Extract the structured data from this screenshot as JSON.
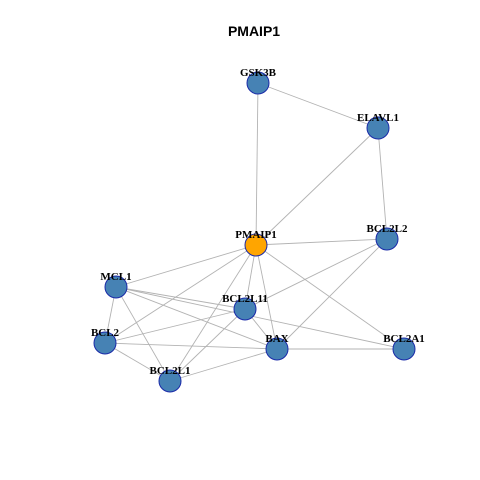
{
  "title": "PMAIP1",
  "colors": {
    "node_fill": "#4682B4",
    "focus_fill": "#FFA500",
    "node_stroke": "#1a2aa8",
    "edge": "#b3b3b3"
  },
  "focus_node": "PMAIP1",
  "nodes": [
    {
      "id": "GSK3B"
    },
    {
      "id": "ELAVL1"
    },
    {
      "id": "PMAIP1"
    },
    {
      "id": "BCL2L2"
    },
    {
      "id": "MCL1"
    },
    {
      "id": "BCL2L11"
    },
    {
      "id": "BCL2"
    },
    {
      "id": "BAX"
    },
    {
      "id": "BCL2A1"
    },
    {
      "id": "BCL2L1"
    }
  ],
  "edges": [
    [
      "GSK3B",
      "ELAVL1"
    ],
    [
      "GSK3B",
      "PMAIP1"
    ],
    [
      "ELAVL1",
      "PMAIP1"
    ],
    [
      "ELAVL1",
      "BCL2L2"
    ],
    [
      "PMAIP1",
      "BCL2L2"
    ],
    [
      "PMAIP1",
      "MCL1"
    ],
    [
      "PMAIP1",
      "BCL2L11"
    ],
    [
      "PMAIP1",
      "BCL2"
    ],
    [
      "PMAIP1",
      "BAX"
    ],
    [
      "PMAIP1",
      "BCL2A1"
    ],
    [
      "PMAIP1",
      "BCL2L1"
    ],
    [
      "BCL2L2",
      "BCL2L11"
    ],
    [
      "BCL2L2",
      "BAX"
    ],
    [
      "MCL1",
      "BCL2L11"
    ],
    [
      "MCL1",
      "BCL2"
    ],
    [
      "MCL1",
      "BAX"
    ],
    [
      "MCL1",
      "BCL2A1"
    ],
    [
      "MCL1",
      "BCL2L1"
    ],
    [
      "BCL2L11",
      "BCL2"
    ],
    [
      "BCL2L11",
      "BAX"
    ],
    [
      "BCL2L11",
      "BCL2L1"
    ],
    [
      "BCL2",
      "BAX"
    ],
    [
      "BCL2",
      "BCL2L1"
    ],
    [
      "BAX",
      "BCL2A1"
    ],
    [
      "BAX",
      "BCL2L1"
    ]
  ]
}
